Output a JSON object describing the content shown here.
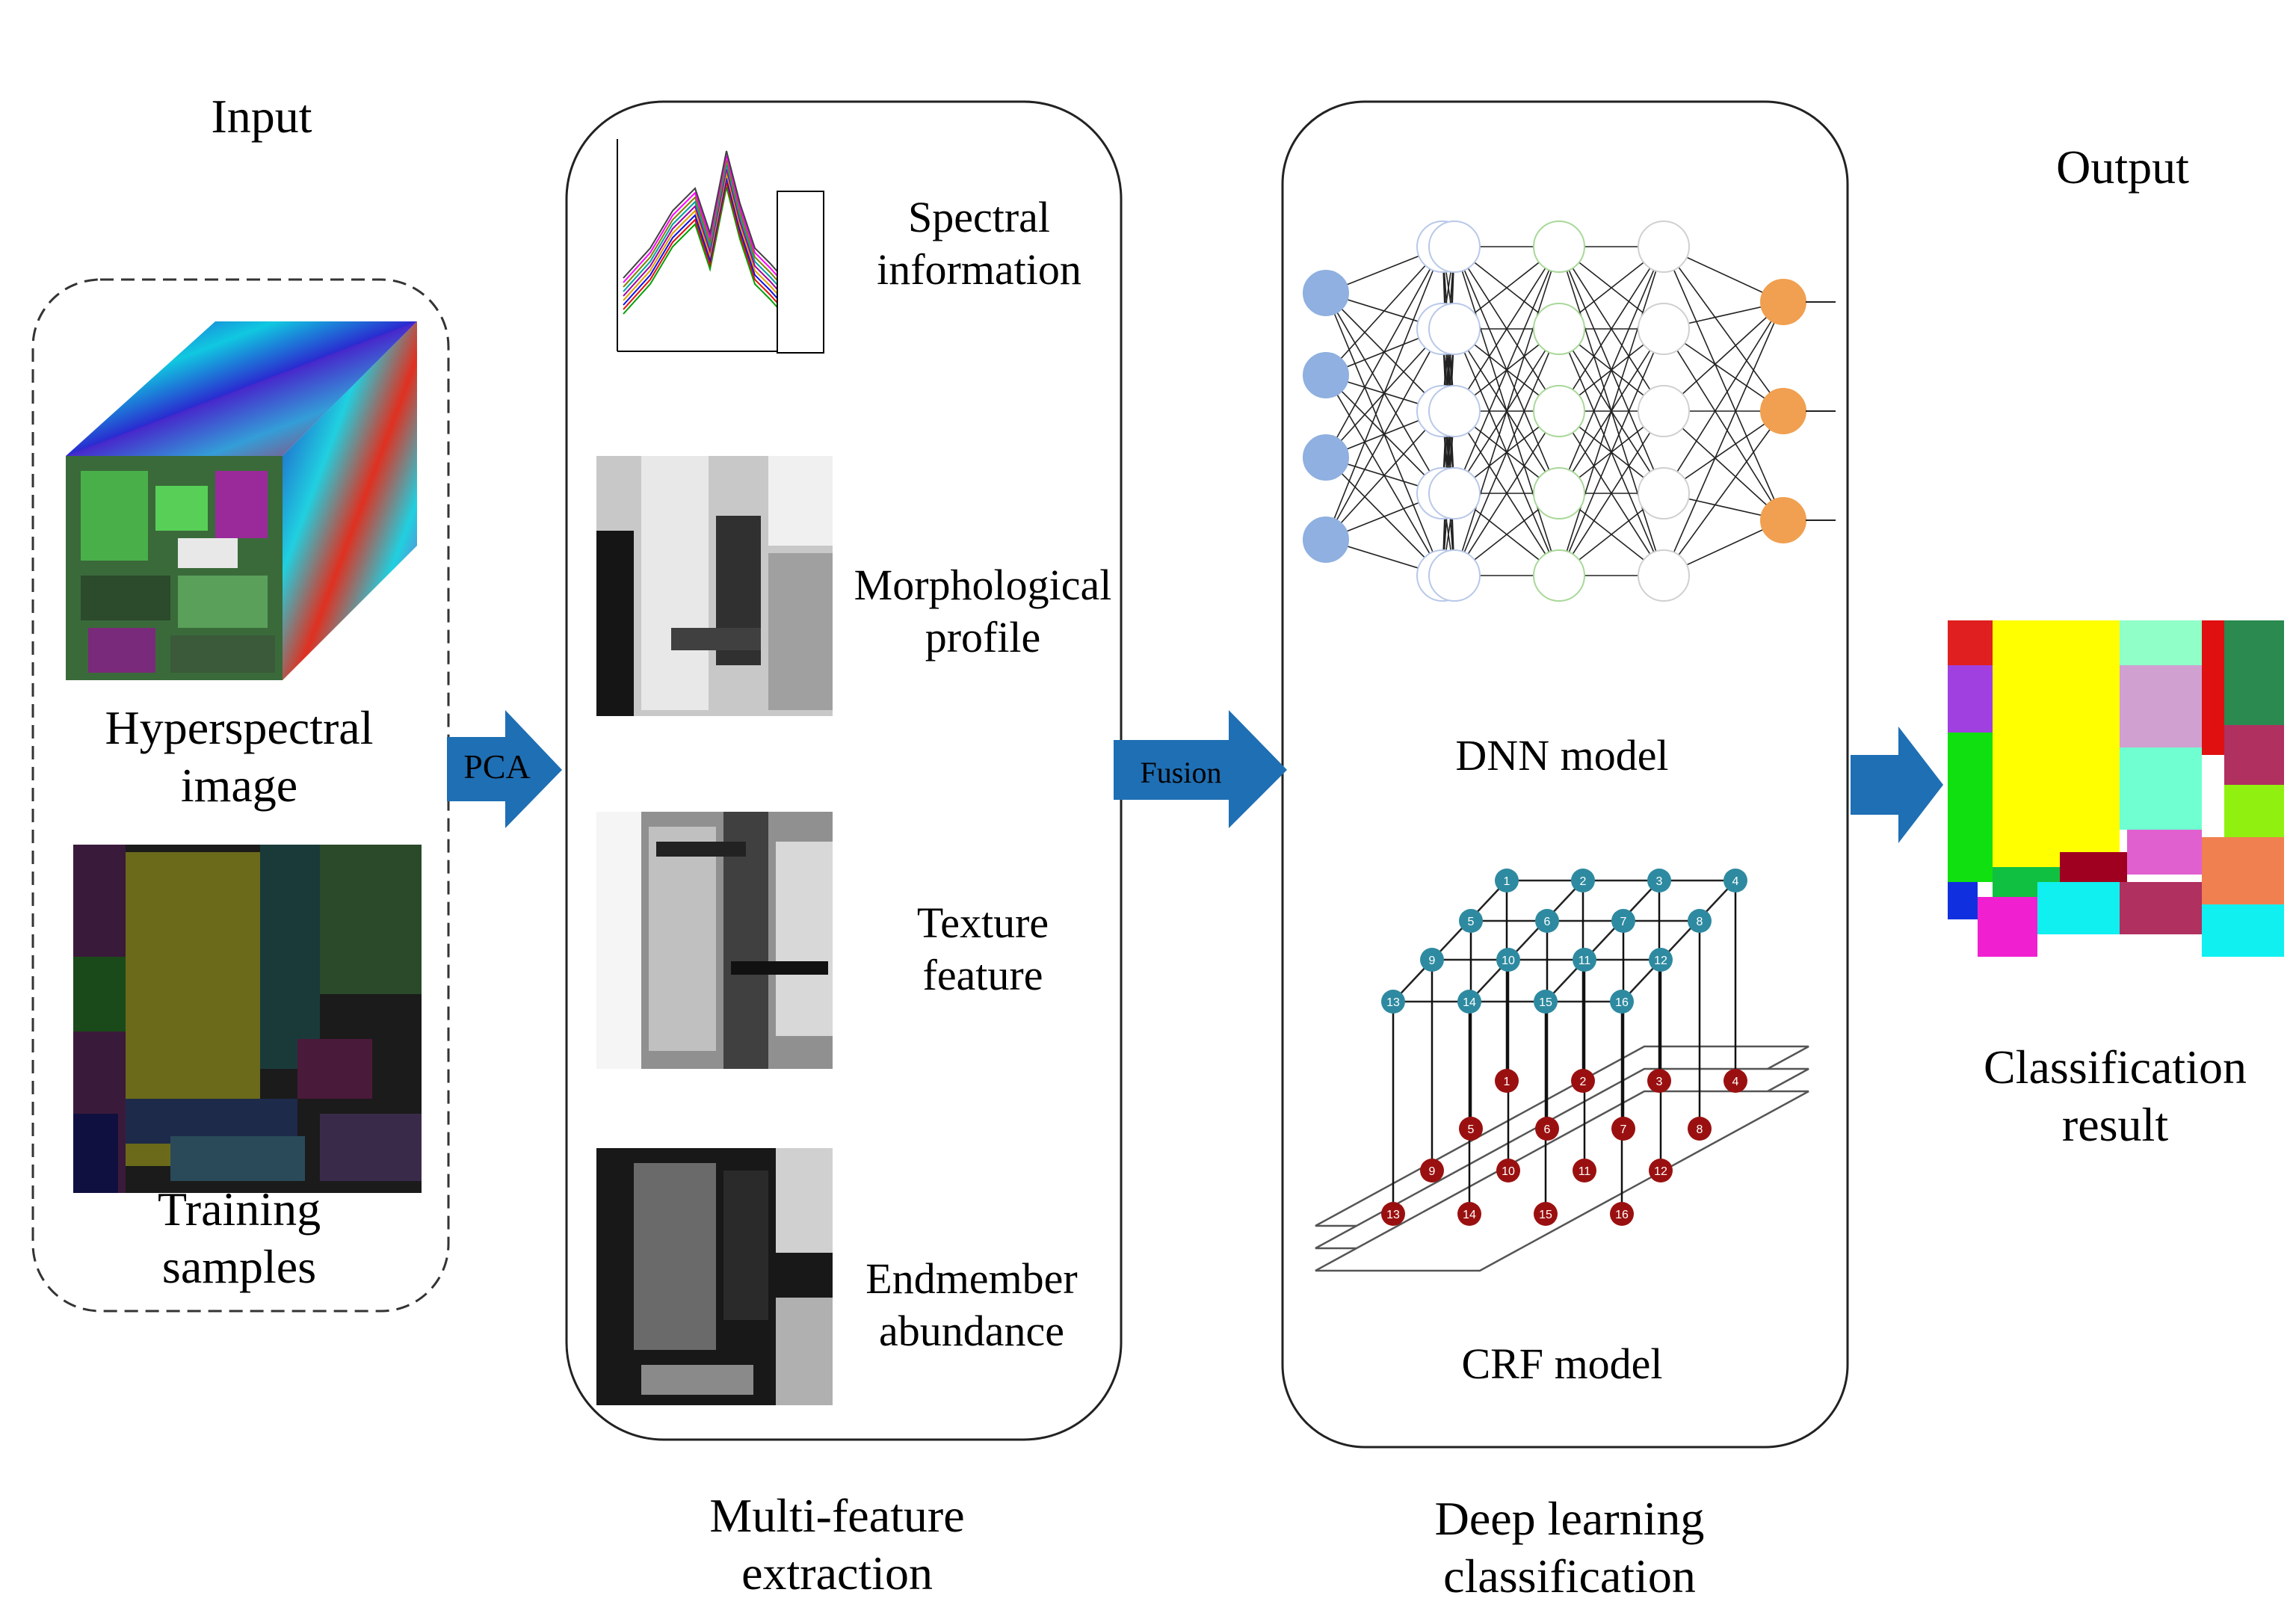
{
  "input": {
    "title": "Input",
    "hyperspectral_label": [
      "Hyperspectral",
      "image"
    ],
    "training_label": [
      "Training",
      "samples"
    ]
  },
  "arrows": {
    "pca": "PCA",
    "fusion": "Fusion"
  },
  "features": {
    "spectral": [
      "Spectral",
      "information"
    ],
    "morphological": [
      "Morphological",
      "profile"
    ],
    "texture": [
      "Texture",
      "feature"
    ],
    "endmember": [
      "Endmember",
      "abundance"
    ],
    "caption": [
      "Multi-feature",
      "extraction"
    ]
  },
  "deep": {
    "dnn_label": "DNN model",
    "crf_label": "CRF model",
    "caption": [
      "Deep learning",
      "classification"
    ],
    "crf_top_nodes": [
      "1",
      "2",
      "3",
      "4",
      "5",
      "6",
      "7",
      "8",
      "9",
      "10",
      "11",
      "12",
      "13",
      "14",
      "15",
      "16"
    ],
    "crf_bottom_nodes": [
      "1",
      "2",
      "3",
      "4",
      "5",
      "6",
      "7",
      "8",
      "9",
      "10",
      "11",
      "12",
      "13",
      "14",
      "15",
      "16"
    ]
  },
  "output": {
    "title": "Output",
    "result_label": [
      "Classification",
      "result"
    ]
  },
  "colors": {
    "arrow_blue": "#1f6fb4",
    "dnn_input": "#8fb0e0",
    "dnn_output": "#f0a050",
    "crf_top": "#2e8aa0",
    "crf_bottom": "#9a1010"
  }
}
